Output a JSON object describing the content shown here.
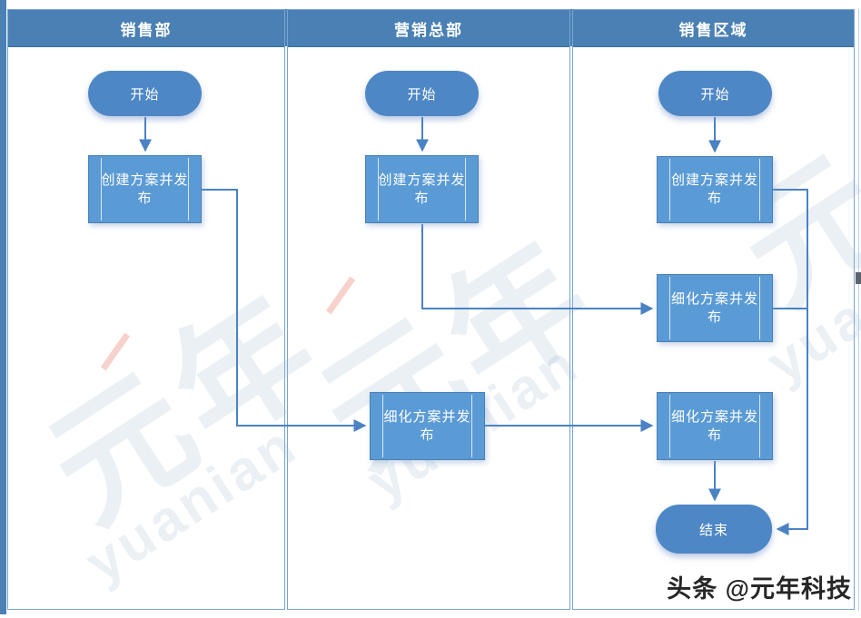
{
  "lanes": [
    {
      "title": "销售部",
      "nodes": [
        {
          "type": "start",
          "label": "开始"
        },
        {
          "type": "process",
          "label": "创建方案并发布"
        }
      ]
    },
    {
      "title": "营销总部",
      "nodes": [
        {
          "type": "start",
          "label": "开始"
        },
        {
          "type": "process",
          "label": "创建方案并发布"
        },
        {
          "type": "process",
          "label": "细化方案并发布"
        }
      ]
    },
    {
      "title": "销售区域",
      "nodes": [
        {
          "type": "start",
          "label": "开始"
        },
        {
          "type": "process",
          "label": "创建方案并发布"
        },
        {
          "type": "process",
          "label": "细化方案并发布"
        },
        {
          "type": "process",
          "label": "细化方案并发布"
        },
        {
          "type": "end",
          "label": "结束"
        }
      ]
    }
  ],
  "edges": [
    {
      "from": "lane1-start",
      "to": "lane1-create"
    },
    {
      "from": "lane2-start",
      "to": "lane2-create"
    },
    {
      "from": "lane3-start",
      "to": "lane3-create"
    },
    {
      "from": "lane1-create",
      "to": "lane2-refine"
    },
    {
      "from": "lane2-create",
      "to": "lane3-refine-1"
    },
    {
      "from": "lane2-refine",
      "to": "lane3-refine-2"
    },
    {
      "from": "lane3-create",
      "to": "lane3-end"
    },
    {
      "from": "lane3-refine-1",
      "to": "lane3-end"
    },
    {
      "from": "lane3-refine-2",
      "to": "lane3-end"
    }
  ],
  "watermark": {
    "logo": "元年",
    "latin": "yuanian"
  },
  "footer": {
    "credit": "头条 @元年科技"
  },
  "colors": {
    "header_fill": "#4a80b4",
    "process_fill": "#5b9bd5",
    "pill_fill": "#4e87c5",
    "connector": "#4a82c4",
    "lane_border": "#79a5d3"
  }
}
